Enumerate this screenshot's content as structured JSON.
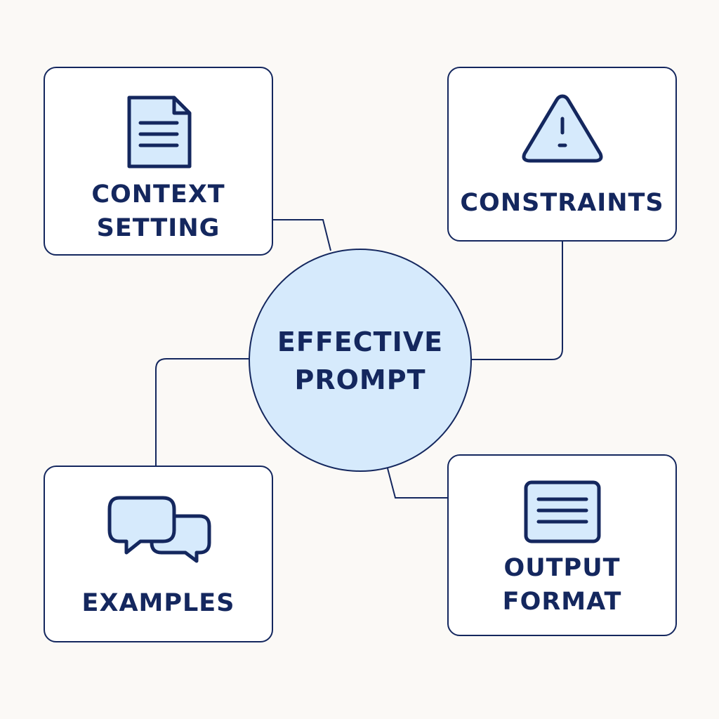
{
  "center": {
    "lines": [
      "EFFECTIVE",
      "PROMPT"
    ]
  },
  "nodes": {
    "context_setting": {
      "lines": [
        "CONTEXT",
        "SETTING"
      ],
      "icon": "document-icon"
    },
    "constraints": {
      "lines": [
        "CONSTRAINTS"
      ],
      "icon": "warning-icon"
    },
    "examples": {
      "lines": [
        "EXAMPLES"
      ],
      "icon": "chat-bubbles-icon"
    },
    "output_format": {
      "lines": [
        "OUTPUT",
        "FORMAT"
      ],
      "icon": "list-window-icon"
    }
  },
  "colors": {
    "stroke": "#14275e",
    "fill": "#d6eafc",
    "background": "#fbf9f6"
  }
}
